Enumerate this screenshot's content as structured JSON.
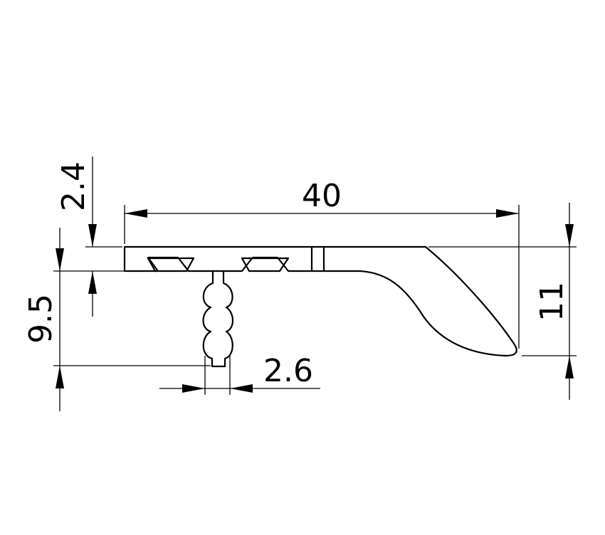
{
  "dimensions": {
    "width_total": "40",
    "lip_thickness": "2.4",
    "stem_height": "9.5",
    "stem_width": "2.6",
    "nose_height": "11"
  }
}
